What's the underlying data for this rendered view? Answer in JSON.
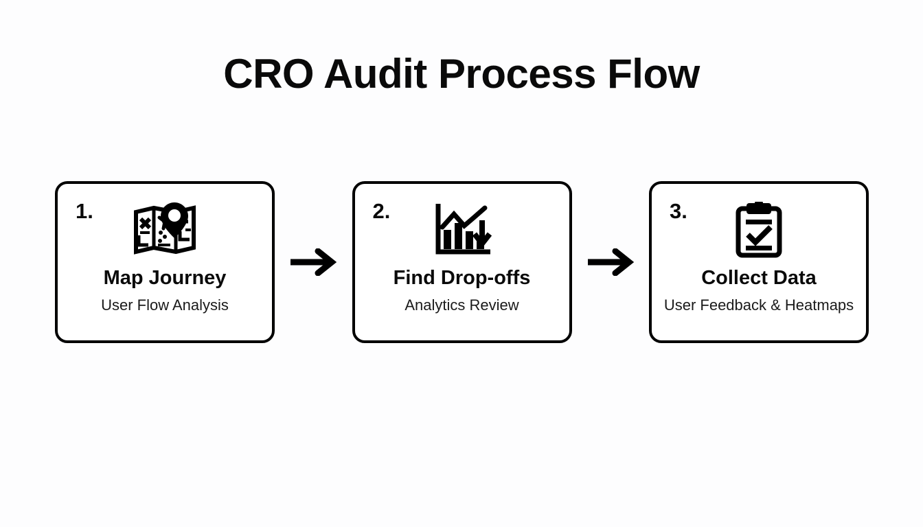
{
  "page": {
    "title": "CRO Audit Process Flow",
    "background_color": "#fdfdfe",
    "ink_color": "#0a0a0a"
  },
  "flow": {
    "type": "horizontal-process-flow",
    "connector_icon": "arrow-right-icon",
    "steps": [
      {
        "number": "1.",
        "icon": "map-pin-icon",
        "title": "Map Journey",
        "subtitle": "User Flow Analysis"
      },
      {
        "number": "2.",
        "icon": "bar-chart-declining-icon",
        "title": "Find Drop-offs",
        "subtitle": "Analytics Review"
      },
      {
        "number": "3.",
        "icon": "clipboard-check-icon",
        "title": "Collect Data",
        "subtitle": "User Feedback & Heatmaps"
      }
    ]
  }
}
